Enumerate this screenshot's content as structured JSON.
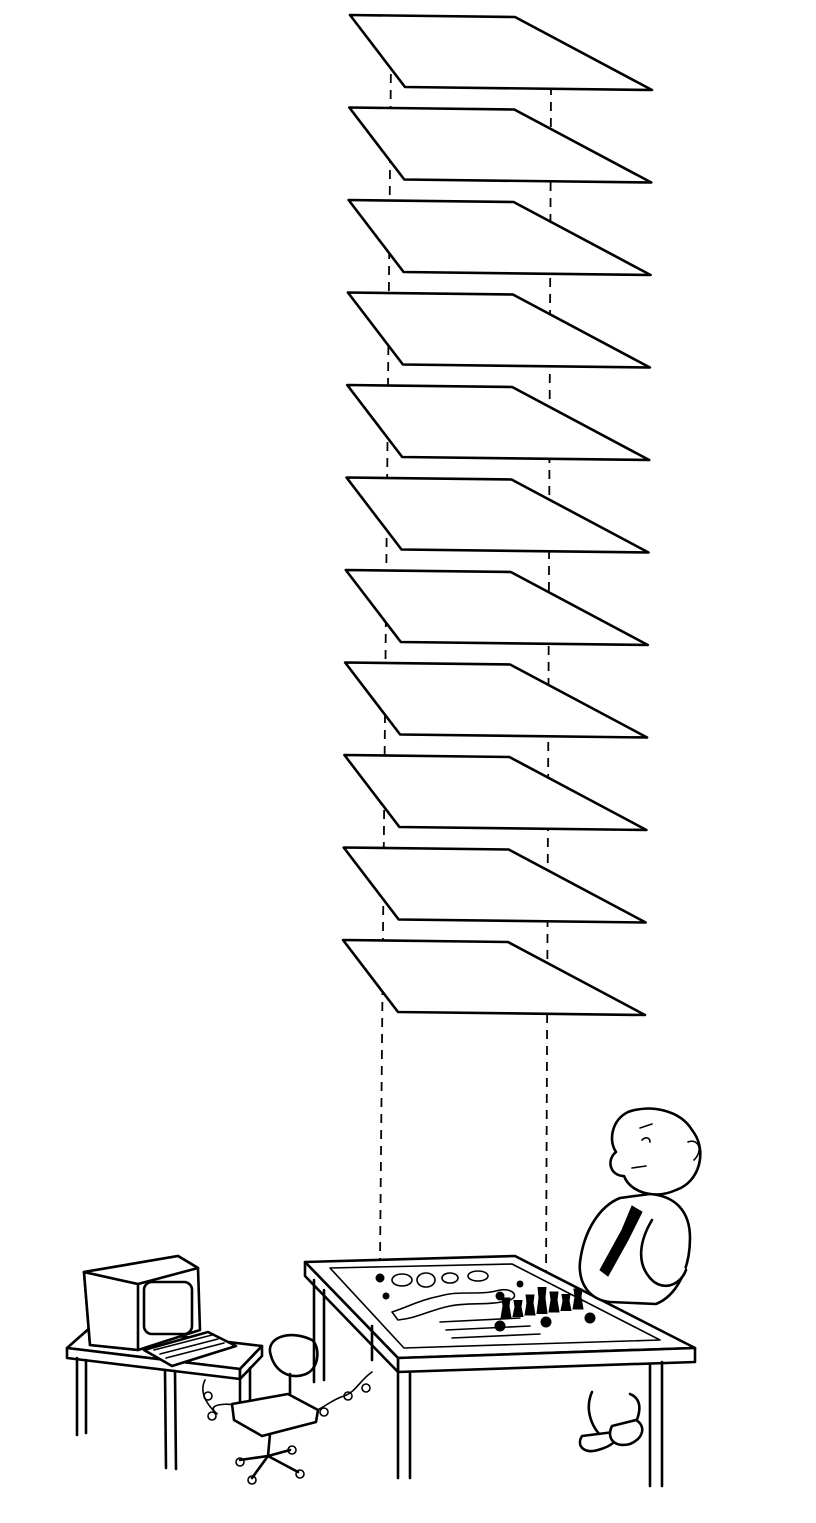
{
  "illustration": {
    "layer_count": 11,
    "ink_color": "#000000",
    "paper_color": "#ffffff",
    "objects": [
      "stacked-planes",
      "projection-lines",
      "computer-terminal",
      "computer-table",
      "office-chair",
      "cable",
      "game-table",
      "chess-pieces",
      "man-figure"
    ]
  }
}
